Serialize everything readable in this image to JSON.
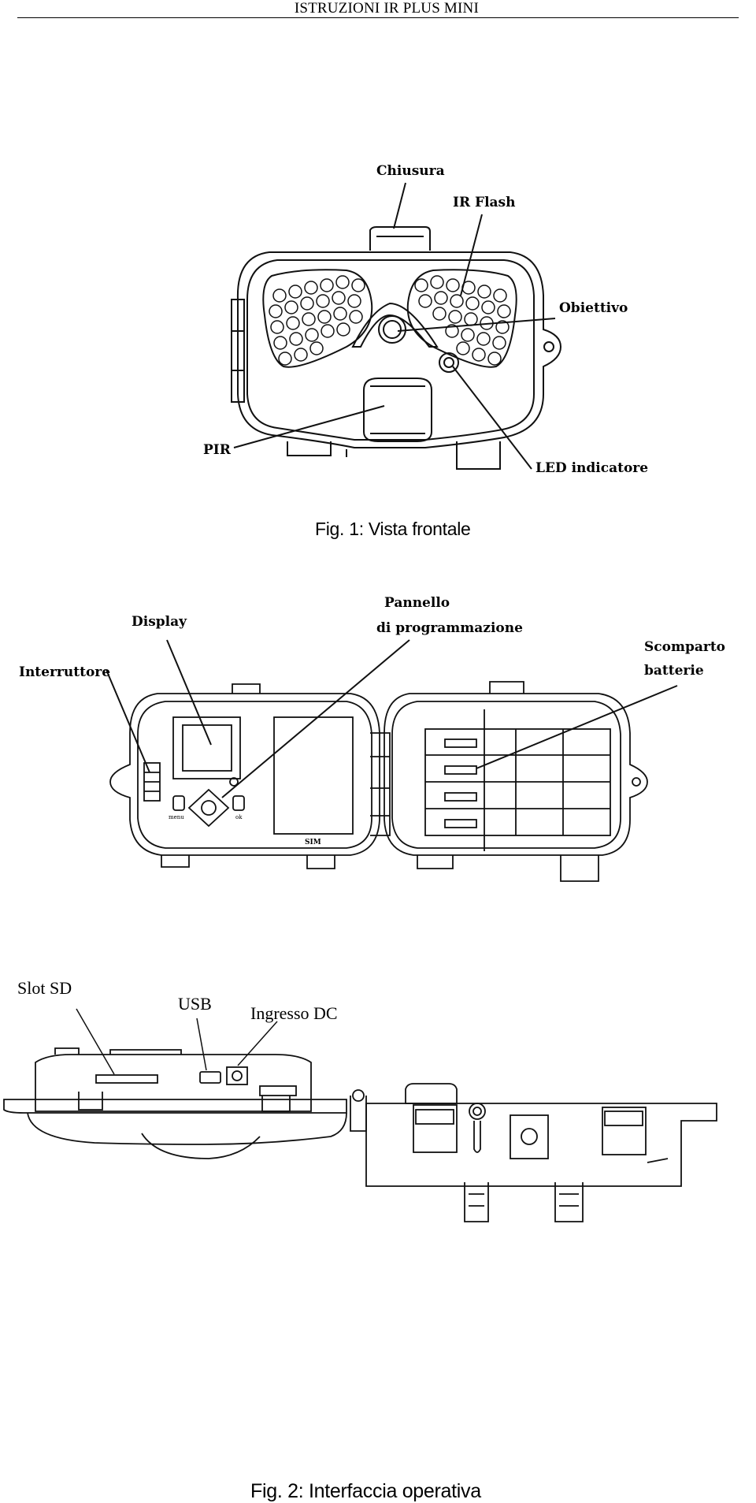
{
  "header": {
    "title": "ISTRUZIONI IR PLUS MINI"
  },
  "figures": [
    {
      "caption": "Fig. 1: Vista frontale",
      "callouts": [
        "Chiusura",
        "IR Flash",
        "Obiettivo",
        "PIR",
        "LED indicatore"
      ]
    },
    {
      "caption": "Fig. 2: Interfaccia operativa",
      "callouts": [
        "Display",
        "Pannello",
        "di programmazione",
        "Interruttore",
        "Scomparto",
        "batterie"
      ],
      "button_labels": [
        "menu",
        "ok",
        "SIM"
      ]
    },
    {
      "caption": "",
      "callouts": [
        "Slot SD",
        "USB",
        "Ingresso DC"
      ]
    }
  ]
}
